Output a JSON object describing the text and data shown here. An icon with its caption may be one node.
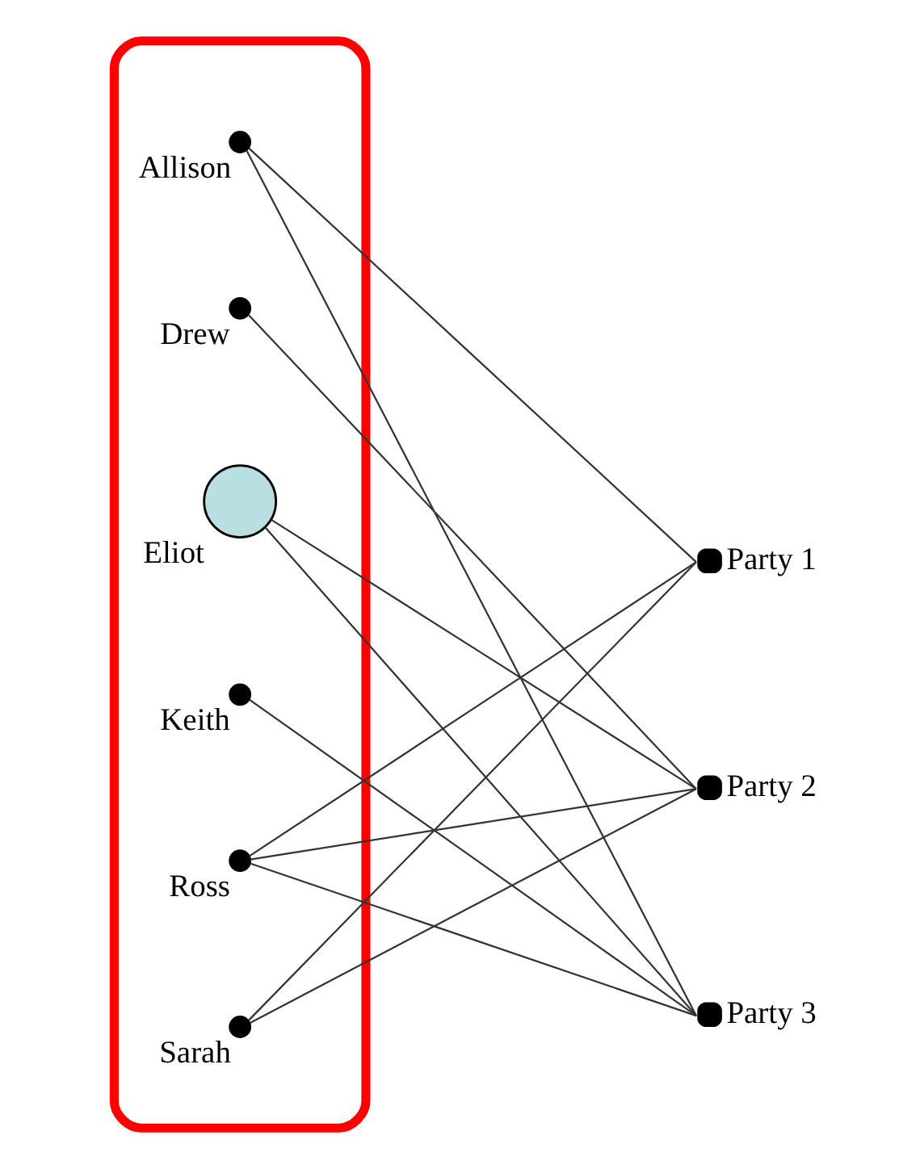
{
  "diagram": {
    "nodes": [
      {
        "text": [],
        "shape": "ellipse"
      },
      {
        "text": [
          "Allison"
        ],
        "in": 0
      },
      {
        "text": [
          "Drew"
        ],
        "in": 0
      },
      {
        "text": [
          "Eliot"
        ],
        "in": 0
      },
      {
        "text": [
          "Keith"
        ],
        "in": 0
      },
      {
        "text": [
          "Ross"
        ],
        "in": 0
      },
      {
        "text": [
          "Sarah"
        ],
        "in": 0
      },
      {
        "text": [
          "Party 1"
        ]
      },
      {
        "text": [
          "Party 2"
        ]
      },
      {
        "text": [
          "Party 3"
        ]
      }
    ],
    "edges": [
      {
        "from": 1,
        "to": 7,
        "arrow": "none"
      },
      {
        "from": 1,
        "to": 9,
        "arrow": "none"
      },
      {
        "from": 2,
        "to": 8,
        "arrow": "none"
      },
      {
        "from": 3,
        "to": 8,
        "arrow": "none"
      },
      {
        "from": 3,
        "to": 9,
        "arrow": "none"
      },
      {
        "from": 4,
        "to": 9,
        "arrow": "none"
      },
      {
        "from": 5,
        "to": 7,
        "arrow": "none"
      },
      {
        "from": 5,
        "to": 8,
        "arrow": "none"
      },
      {
        "from": 5,
        "to": 9,
        "arrow": "none"
      },
      {
        "from": 6,
        "to": 7,
        "arrow": "none"
      },
      {
        "from": 6,
        "to": 8,
        "arrow": "none"
      }
    ]
  }
}
